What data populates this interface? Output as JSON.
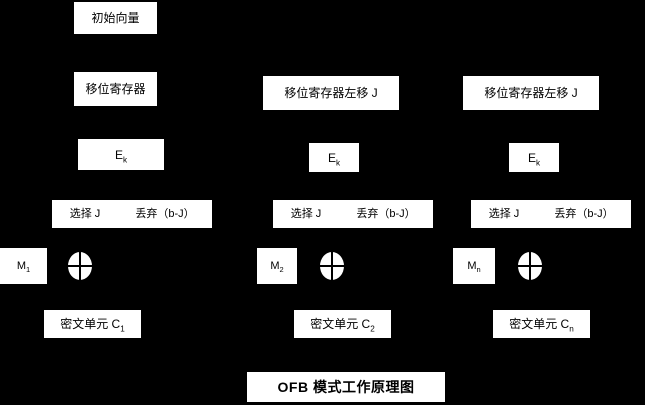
{
  "diagram": {
    "background_color": "#000000",
    "box_fill_color": "#ffffff",
    "text_color": "#000000",
    "title": "OFB 模式工作原理图",
    "iv_label": "初始向量",
    "columns": [
      {
        "shift_register": "移位寄存器",
        "encrypt": "E",
        "encrypt_sub": "k",
        "select": "选择 J",
        "discard": "丢弃（b-J）",
        "plaintext": "M",
        "plaintext_sub": "1",
        "xor": "xor-operator",
        "ciphertext": "密文单元 C",
        "ciphertext_sub": "1"
      },
      {
        "shift_register": "移位寄存器左移 J",
        "encrypt": "E",
        "encrypt_sub": "k",
        "select": "选择 J",
        "discard": "丢弃（b-J）",
        "plaintext": "M",
        "plaintext_sub": "2",
        "xor": "xor-operator",
        "ciphertext": "密文单元 C",
        "ciphertext_sub": "2"
      },
      {
        "shift_register": "移位寄存器左移 J",
        "encrypt": "E",
        "encrypt_sub": "k",
        "select": "选择 J",
        "discard": "丢弃（b-J）",
        "plaintext": "M",
        "plaintext_sub": "n",
        "xor": "xor-operator",
        "ciphertext": "密文单元 C",
        "ciphertext_sub": "n"
      }
    ]
  }
}
